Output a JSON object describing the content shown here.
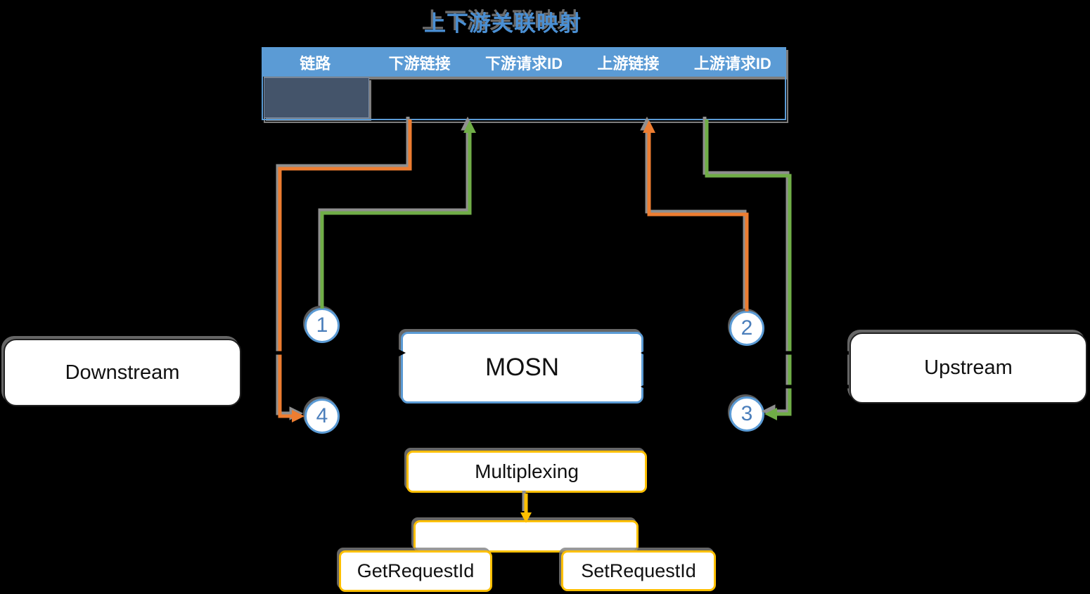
{
  "title": "上下游关联映射",
  "table": {
    "headers": [
      "链路",
      "下游链接",
      "下游请求ID",
      "上游链接",
      "上游请求ID"
    ]
  },
  "boxes": {
    "downstream": "Downstream",
    "mosn": "MOSN",
    "upstream": "Upstream",
    "multiplexing": "Multiplexing",
    "get_request_id": "GetRequestId",
    "set_request_id": "SetRequestId"
  },
  "steps": {
    "s1": "1",
    "s2": "2",
    "s3": "3",
    "s4": "4"
  },
  "colors": {
    "background": "#000000",
    "table_header_blue": "#5B9BD5",
    "dark_cell_slate": "#44546A",
    "title_blue": "#4A8FD3",
    "connector_orange": "#ED7D31",
    "connector_green": "#70AD47",
    "gold_border": "#FFC000",
    "shadow_gray": "#8F8F8F"
  }
}
